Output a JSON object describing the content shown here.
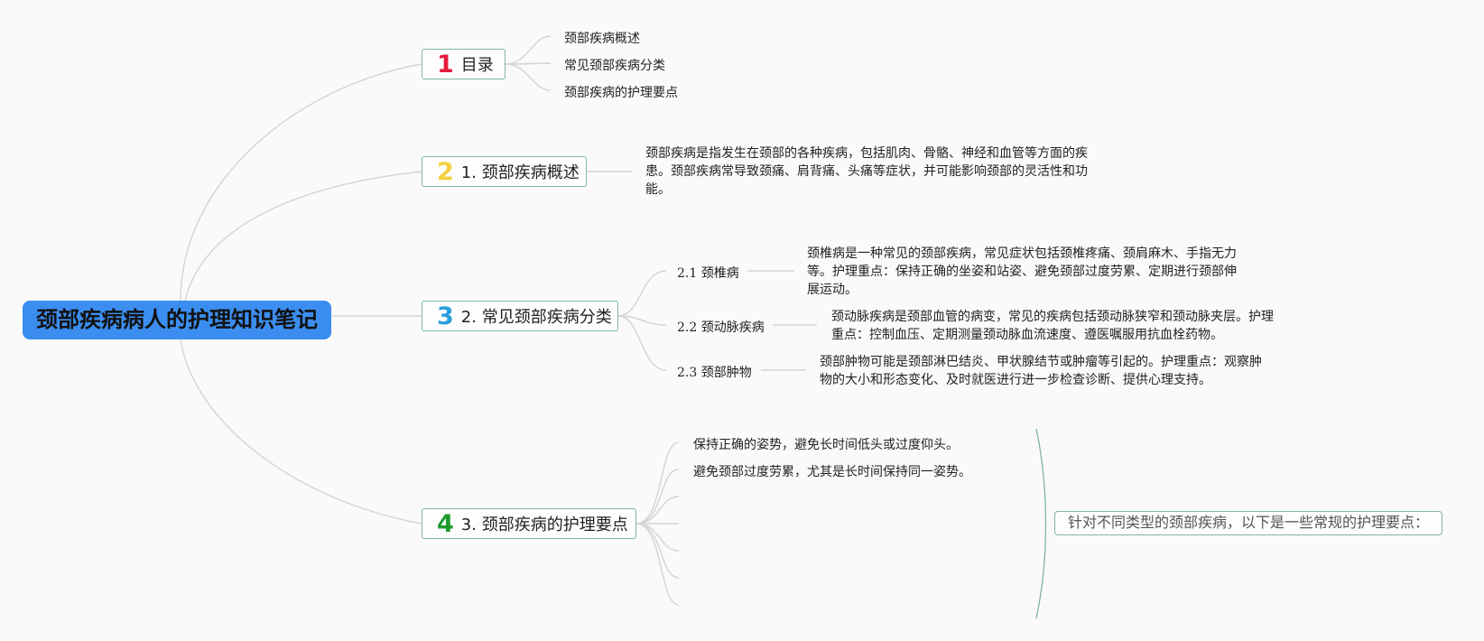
{
  "central": {
    "title": "颈部疾病病人的护理知识笔记"
  },
  "branches": [
    {
      "number": "1",
      "label": "目录",
      "children": [
        "颈部疾病概述",
        "常见颈部疾病分类",
        "颈部疾病的护理要点"
      ]
    },
    {
      "number": "2",
      "label": "1. 颈部疾病概述",
      "detail": "颈部疾病是指发生在颈部的各种疾病，包括肌肉、骨骼、神经和血管等方面的疾患。颈部疾病常导致颈痛、肩背痛、头痛等症状，并可能影响颈部的灵活性和功能。"
    },
    {
      "number": "3",
      "label": "2. 常见颈部疾病分类",
      "children": [
        {
          "label": "2.1 颈椎病",
          "detail": "颈椎病是一种常见的颈部疾病，常见症状包括颈椎疼痛、颈肩麻木、手指无力等。护理重点：保持正确的坐姿和站姿、避免颈部过度劳累、定期进行颈部伸展运动。"
        },
        {
          "label": "2.2 颈动脉疾病",
          "detail": "颈动脉疾病是颈部血管的病变，常见的疾病包括颈动脉狭窄和颈动脉夹层。护理重点：控制血压、定期测量颈动脉血流速度、遵医嘱服用抗血栓药物。"
        },
        {
          "label": "2.3 颈部肿物",
          "detail": "颈部肿物可能是颈部淋巴结炎、甲状腺结节或肿瘤等引起的。护理重点：观察肿物的大小和形态变化、及时就医进行进一步检查诊断、提供心理支持。"
        }
      ]
    },
    {
      "number": "4",
      "label": "3. 颈部疾病的护理要点",
      "children": [
        "保持正确的姿势，避免长时间低头或过度仰头。",
        "避免颈部过度劳累，尤其是长时间保持同一姿势。",
        "",
        "",
        "",
        "",
        ""
      ],
      "summary": "针对不同类型的颈部疾病，以下是一些常规的护理要点："
    }
  ],
  "colors": {
    "central_fill": "#3b8ef0",
    "branch_border": "#7fb5a4",
    "link": "#d4d4d4",
    "number_1": "#e31b3c",
    "number_2": "#f4d03f",
    "number_3": "#2a9fe0",
    "number_4": "#1e9a2c"
  }
}
